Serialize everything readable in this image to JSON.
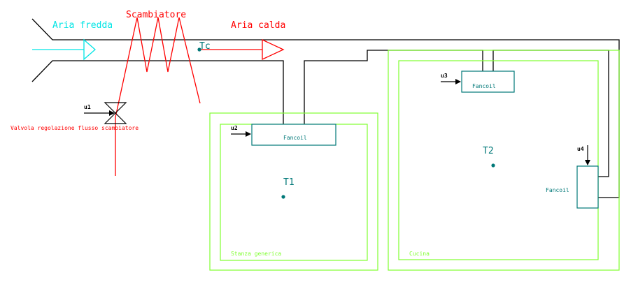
{
  "colors": {
    "cold_air": "#00e5e5",
    "hot": "#ff0000",
    "pipe": "#000000",
    "room": "#80ff30",
    "fancoil": "#007878",
    "text_dark": "#000000"
  },
  "labels": {
    "cold_air": "Aria fredda",
    "exchanger": "Scambiatore",
    "hot_air": "Aria calda",
    "temp_supply": "Tc",
    "valve_input": "u1",
    "valve_caption": "Valvola regolazione flusso scambiatore"
  },
  "rooms": {
    "generic": {
      "name": "Stanza generica",
      "temperature": "T1",
      "fancoil": "Fancoil",
      "input": "u2"
    },
    "kitchen": {
      "name": "Cucina",
      "temperature": "T2",
      "fancoil_top": "Fancoil",
      "input_top": "u3",
      "fancoil_side": "Fancoil",
      "input_side": "u4"
    }
  }
}
